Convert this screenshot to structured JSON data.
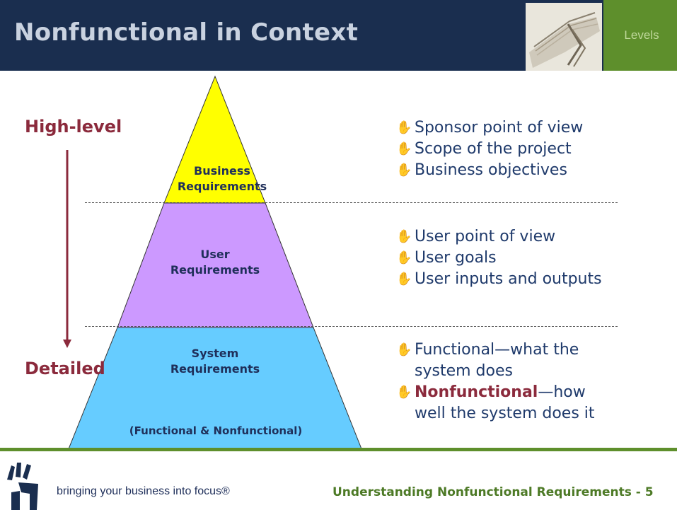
{
  "header": {
    "title": "Nonfunctional in Context",
    "tab_label": "Levels"
  },
  "side_labels": {
    "top": "High-level",
    "bottom": "Detailed"
  },
  "tiers": [
    {
      "line1": "Business",
      "line2": "Requirements",
      "color": "#ffff00"
    },
    {
      "line1": "User",
      "line2": "Requirements",
      "color": "#cc99ff"
    },
    {
      "line1": "System",
      "line2": "Requirements",
      "line3": "(Functional & Nonfunctional)",
      "color": "#66ccff"
    }
  ],
  "bullet_groups": [
    {
      "items": [
        "Sponsor point of view",
        "Scope of the project",
        "Business objectives"
      ]
    },
    {
      "items": [
        "User point of view",
        "User goals",
        "User inputs and outputs"
      ]
    },
    {
      "items": [
        {
          "line1": "Functional—what the",
          "line2": "system does"
        },
        {
          "strong": "Nonfunctional",
          "rest": "—how",
          "line2": "well the system does it"
        }
      ]
    }
  ],
  "footer": {
    "tagline": "bringing your business into focus®",
    "right": "Understanding Nonfunctional Requirements  -  5"
  },
  "colors": {
    "header_bg": "#1a2e4f",
    "accent_green": "#5e8f2c",
    "label_red": "#8b2a3c"
  },
  "icons": {
    "bullet": "hand-bullet-icon",
    "logo": "hand-logo-icon",
    "book": "book-icon"
  }
}
